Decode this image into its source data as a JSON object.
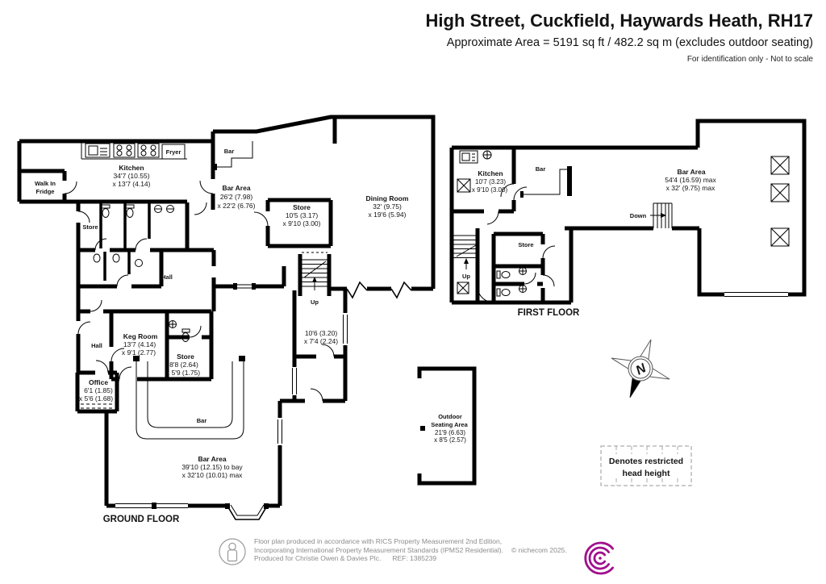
{
  "header": {
    "title": "High Street, Cuckfield, Haywards Heath, RH17",
    "subtitle": "Approximate Area = 5191 sq ft / 482.2 sq m (excludes outdoor seating)",
    "note": "For identification only - Not to scale"
  },
  "ground_floor": {
    "label": "GROUND FLOOR",
    "rooms": {
      "walk_in_fridge": {
        "line1": "Walk In",
        "line2": "Fridge"
      },
      "kitchen": {
        "name": "Kitchen",
        "dim1": "34'7 (10.55)",
        "dim2": "x 13'7 (4.14)"
      },
      "fryer": {
        "name": "Fryer"
      },
      "store_north": {
        "name": "Store"
      },
      "hall_north": {
        "name": "Hall"
      },
      "bar_counter_north": {
        "name": "Bar"
      },
      "bar_area_north": {
        "name": "Bar Area",
        "dim1": "26'2 (7.98)",
        "dim2": "x 22'2 (6.76)"
      },
      "store_mid": {
        "name": "Store",
        "dim1": "10'5 (3.17)",
        "dim2": "x 9'10 (3.00)"
      },
      "dining_room": {
        "name": "Dining Room",
        "dim1": "32' (9.75)",
        "dim2": "x 19'6 (5.94)"
      },
      "stairs_up": {
        "name": "Up"
      },
      "lobby": {
        "dim1": "10'6 (3.20)",
        "dim2": "x 7'4 (2.24)"
      },
      "keg_room": {
        "name": "Keg Room",
        "dim1": "13'7 (4.14)",
        "dim2": "x 9'1 (2.77)"
      },
      "hall_south": {
        "name": "Hall"
      },
      "store_south": {
        "name": "Store",
        "dim1": "8'8 (2.64)",
        "dim2": "x 5'9 (1.75)"
      },
      "office": {
        "name": "Office",
        "dim1": "6'1 (1.85)",
        "dim2": "x 5'6 (1.68)"
      },
      "bar_counter_south": {
        "name": "Bar"
      },
      "bar_area_south": {
        "name": "Bar Area",
        "dim1": "39'10 (12.15) to bay",
        "dim2": "x 32'10 (10.01) max"
      },
      "outdoor_seating": {
        "line1": "Outdoor",
        "line2": "Seating Area",
        "dim1": "21'9 (6.63)",
        "dim2": "x 8'5 (2.57)"
      }
    }
  },
  "first_floor": {
    "label": "FIRST FLOOR",
    "rooms": {
      "kitchen": {
        "name": "Kitchen",
        "dim1": "10'7 (3.23)",
        "dim2": "x 9'10 (3.00)"
      },
      "bar_counter": {
        "name": "Bar"
      },
      "bar_area": {
        "name": "Bar Area",
        "dim1": "54'4 (16.59) max",
        "dim2": "x 32' (9.75) max"
      },
      "stairs_down": {
        "name": "Down"
      },
      "stairs_up": {
        "name": "Up"
      },
      "store": {
        "name": "Store"
      }
    }
  },
  "compass": {
    "north": "N"
  },
  "legend": {
    "line1": "Denotes restricted",
    "line2": "head height"
  },
  "footer": {
    "line1": "Floor plan produced in accordance with RICS Property Measurement 2nd Edition,",
    "line2": "Incorporating International Property Measurement Standards (IPMS2 Residential).",
    "copyright": "© nichecom 2025.",
    "line3": "Produced for Christie Owen & Davies Plc.",
    "ref": "REF: 1385239"
  },
  "colors": {
    "logo": "#a1108e",
    "walls": "#000000"
  }
}
